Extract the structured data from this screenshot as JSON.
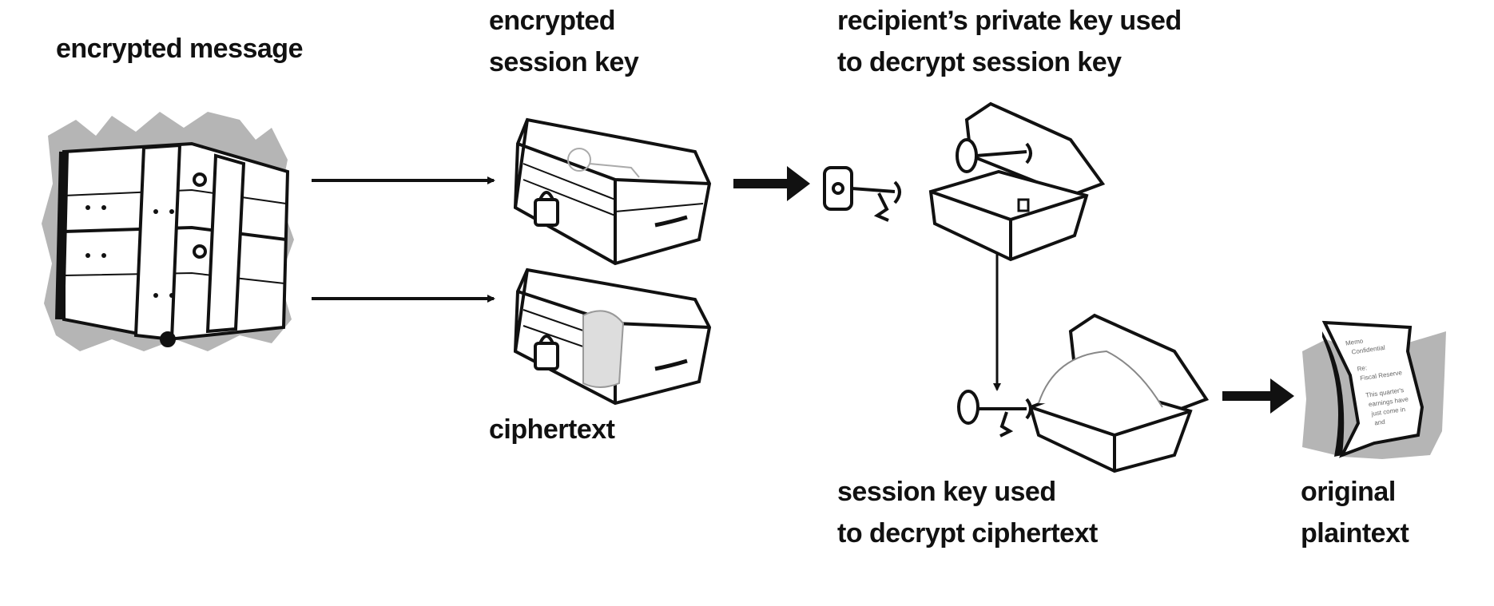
{
  "labels": {
    "encrypted_message": "encrypted message",
    "encrypted_session_key": [
      "encrypted",
      "session key"
    ],
    "recipient_key": [
      "recipient’s private key used",
      "to decrypt session key"
    ],
    "ciphertext": "ciphertext",
    "session_key_used": [
      "session key used",
      "to decrypt ciphertext"
    ],
    "original_plaintext": [
      "original",
      "plaintext"
    ]
  },
  "memo_lines": [
    "Memo",
    "Confidential",
    "Re:",
    "Fiscal Reserve",
    "This quarter's",
    "earnings have",
    "just come in",
    "and"
  ],
  "colors": {
    "ink": "#111111",
    "shadow": "#b5b5b5",
    "paper": "#ffffff"
  }
}
